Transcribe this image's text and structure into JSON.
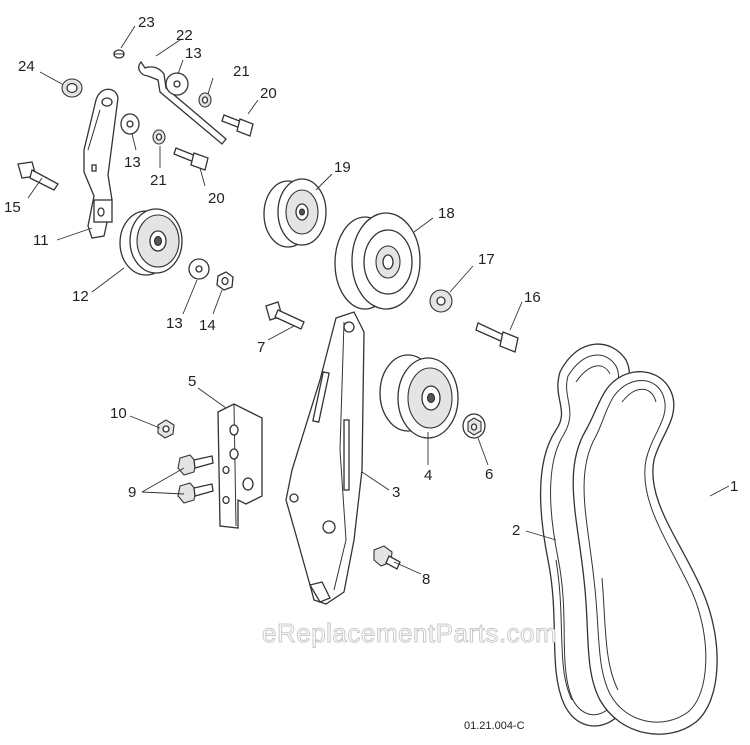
{
  "diagram": {
    "drawing_code": "01.21.004-C",
    "watermark": "eReplacementParts.com",
    "callouts": [
      {
        "id": "c1",
        "text": "1"
      },
      {
        "id": "c2",
        "text": "2"
      },
      {
        "id": "c3",
        "text": "3"
      },
      {
        "id": "c4",
        "text": "4"
      },
      {
        "id": "c5",
        "text": "5"
      },
      {
        "id": "c6",
        "text": "6"
      },
      {
        "id": "c7",
        "text": "7"
      },
      {
        "id": "c8",
        "text": "8"
      },
      {
        "id": "c9",
        "text": "9"
      },
      {
        "id": "c10",
        "text": "10"
      },
      {
        "id": "c11",
        "text": "11"
      },
      {
        "id": "c12",
        "text": "12"
      },
      {
        "id": "c13a",
        "text": "13"
      },
      {
        "id": "c13b",
        "text": "13"
      },
      {
        "id": "c13c",
        "text": "13"
      },
      {
        "id": "c14",
        "text": "14"
      },
      {
        "id": "c15",
        "text": "15"
      },
      {
        "id": "c16",
        "text": "16"
      },
      {
        "id": "c17",
        "text": "17"
      },
      {
        "id": "c18",
        "text": "18"
      },
      {
        "id": "c19",
        "text": "19"
      },
      {
        "id": "c20a",
        "text": "20"
      },
      {
        "id": "c20b",
        "text": "20"
      },
      {
        "id": "c21a",
        "text": "21"
      },
      {
        "id": "c21b",
        "text": "21"
      },
      {
        "id": "c22",
        "text": "22"
      },
      {
        "id": "c23",
        "text": "23"
      },
      {
        "id": "c24",
        "text": "24"
      }
    ]
  }
}
